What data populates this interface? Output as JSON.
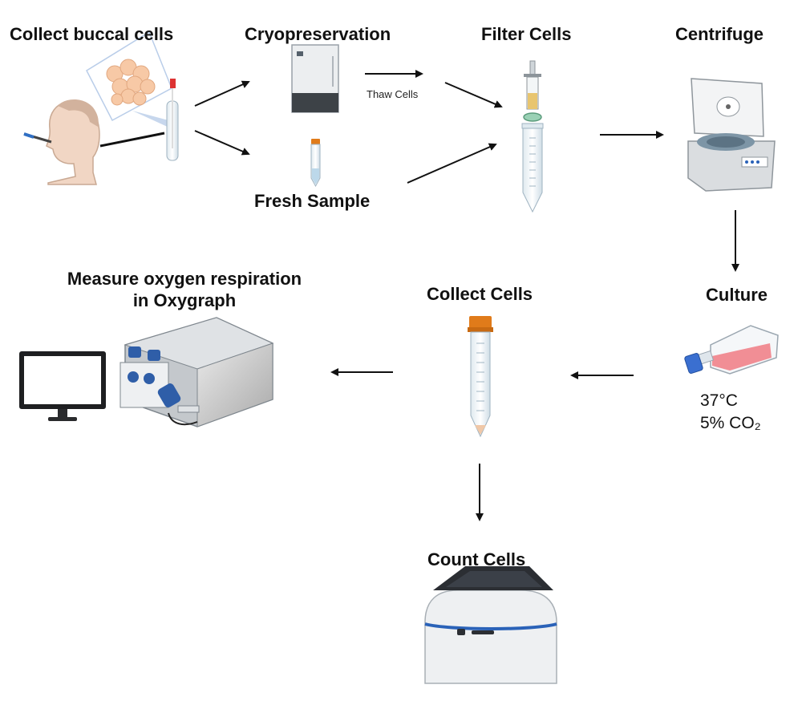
{
  "steps": {
    "collect_buccal": "Collect buccal cells",
    "cryopreservation": "Cryopreservation",
    "thaw": "Thaw Cells",
    "fresh": "Fresh Sample",
    "filter": "Filter Cells",
    "centrifuge": "Centrifuge",
    "culture": "Culture",
    "temp": "37°C",
    "co2": "5% CO₂",
    "collect_cells": "Collect Cells",
    "measure_line1": "Measure oxygen respiration",
    "measure_line2": "in Oxygraph",
    "count": "Count Cells"
  },
  "icons": [
    "person-swab-icon",
    "cheek-cells-icon",
    "swab-tube-icon",
    "freezer-icon",
    "fresh-tube-icon",
    "syringe-filter-icon",
    "centrifuge-icon",
    "culture-flask-icon",
    "conical-tube-icon",
    "oxygraph-icon",
    "monitor-icon",
    "cell-counter-icon"
  ],
  "colors": {
    "arrow": "#111111",
    "tube_cap": "#e07b1a",
    "flask_cap": "#3a6fd0",
    "flask_medium": "#f07b84",
    "counter_accent": "#2a62b8",
    "oxygraph_blue": "#2f5ea8"
  }
}
